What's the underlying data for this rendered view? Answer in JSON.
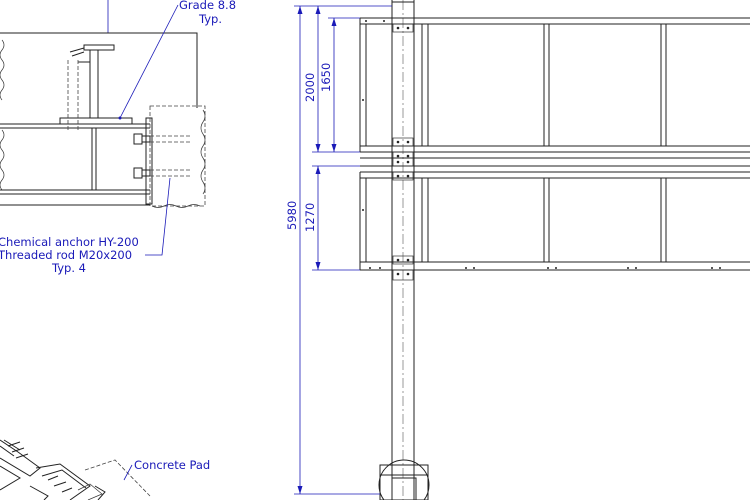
{
  "notes": {
    "bolt_grade": "Grade 8.8",
    "bolt_typ": "Typ.",
    "anchor_line1": "Chemical anchor HY-200",
    "anchor_line2": "Threaded rod M20x200",
    "anchor_typ": "Typ. 4",
    "concrete_pad": "Concrete Pad"
  },
  "dimensions": {
    "overall_height": "5980",
    "upper_outer": "2000",
    "upper_inner": "1650",
    "lower_inner": "1270"
  }
}
